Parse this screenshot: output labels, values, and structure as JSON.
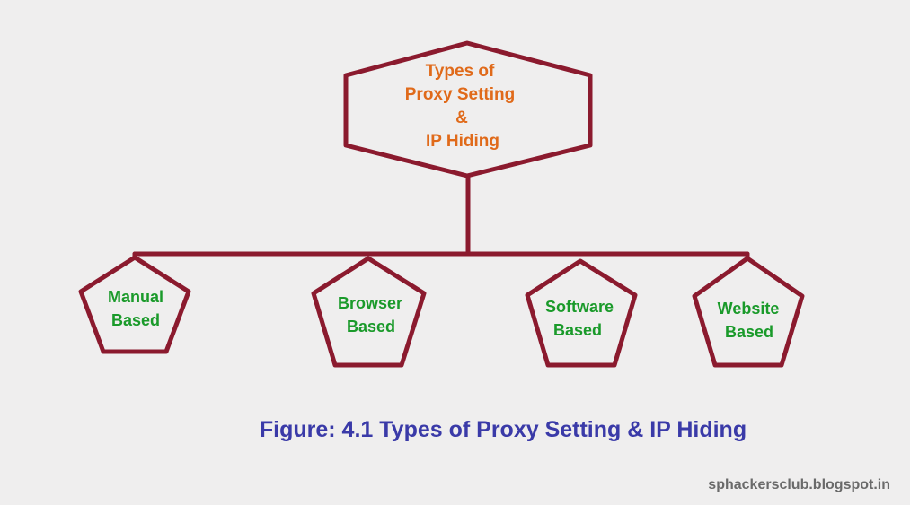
{
  "root": {
    "lines": [
      "Types of",
      "Proxy Setting",
      "&",
      "IP Hiding"
    ]
  },
  "children": [
    {
      "lines": [
        "Manual",
        "Based"
      ]
    },
    {
      "lines": [
        "Browser",
        "Based"
      ]
    },
    {
      "lines": [
        "Software",
        "Based"
      ]
    },
    {
      "lines": [
        "Website",
        "Based"
      ]
    }
  ],
  "caption": "Figure: 4.1 Types of Proxy Setting & IP Hiding",
  "watermark": "sphackersclub.blogspot.in",
  "colors": {
    "outline": "#8b1a2e",
    "root_text": "#e06a1a",
    "child_text": "#1a9a2a",
    "caption_text": "#3a3aa8",
    "background": "#efeeee"
  }
}
